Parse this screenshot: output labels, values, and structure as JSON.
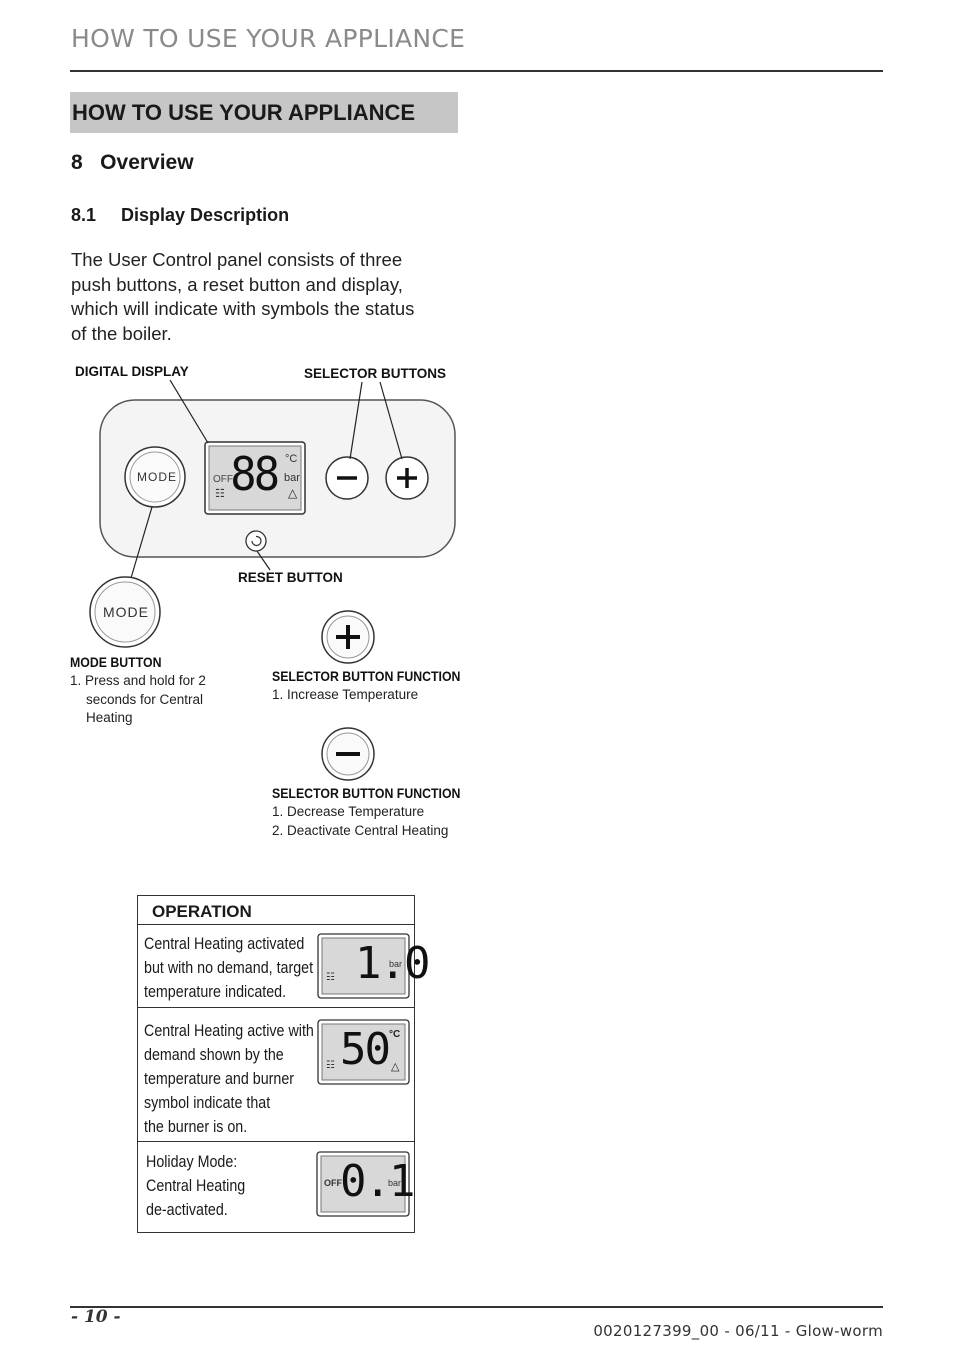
{
  "running_header": "HOW TO USE YOUR APPLIANCE",
  "section_title": "HOW TO USE YOUR APPLIANCE",
  "heading_8": "8   Overview",
  "heading_8_1": "8.1     Display Description",
  "intro_lines": [
    "The User Control panel consists of three",
    "push buttons, a reset button and display,",
    "which will indicate with symbols the status",
    "of the boiler."
  ],
  "diagram": {
    "digital_display_label": "DIGITAL DISPLAY",
    "selector_buttons_label": "SELECTOR BUTTONS",
    "reset_button_label": "RESET BUTTON",
    "mode_button_text": "MODE",
    "display": {
      "off": "OFF",
      "digits": "88",
      "unit_c": "°C",
      "unit_bar": "bar"
    },
    "mode_button_title": "MODE BUTTON",
    "mode_button_lines": [
      "1. Press and hold for 2",
      "seconds for Central",
      "Heating"
    ],
    "plus_function_title": "SELECTOR BUTTON FUNCTION",
    "plus_function_lines": [
      "1. Increase Temperature"
    ],
    "minus_function_title": "SELECTOR BUTTON FUNCTION",
    "minus_function_lines": [
      "1. Decrease Temperature",
      "2. Deactivate Central Heating"
    ]
  },
  "operation": {
    "title": "OPERATION",
    "rows": [
      {
        "lines": [
          "Central Heating activated",
          "but with no demand, target",
          "temperature indicated."
        ],
        "digits": "1.0",
        "unit": "bar",
        "left_symbol": "radiator",
        "flame": false
      },
      {
        "lines": [
          "Central Heating active with",
          "demand shown by the",
          "temperature and burner",
          "symbol indicate that",
          "the burner is on."
        ],
        "digits": "50",
        "unit": "°C",
        "left_symbol": "radiator",
        "flame": true
      },
      {
        "lines": [
          "Holiday Mode:",
          "Central Heating",
          "de-activated."
        ],
        "digits": "0.1",
        "unit": "bar",
        "left_symbol": "OFF",
        "flame": false
      }
    ]
  },
  "footer": {
    "page_number": "- 10 -",
    "doc_ref": "0020127399_00 - 06/11 - Glow-worm"
  },
  "colors": {
    "section_bar": "#c6c6c6",
    "running_header": "#8a8a8a",
    "lcd_bg": "#d8d8d8"
  }
}
